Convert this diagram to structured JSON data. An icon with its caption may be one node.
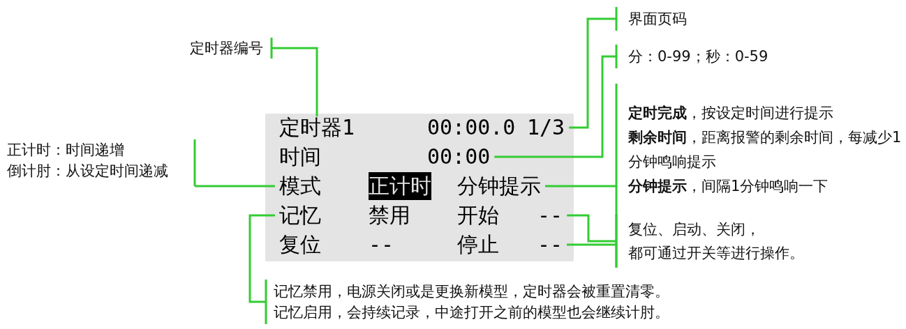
{
  "diagram": {
    "nodes": [
      {
        "text": [
          "界面页码"
        ]
      },
      {
        "text": [
          "定时器编号"
        ]
      },
      {
        "text": [
          "分：0-99；秒：0-59"
        ]
      },
      {
        "text": [
          "**定时完成**，按设定时间进行提示",
          "**剩余时间**，距离报警的剩余时间，每减少1分钟鸣响提示",
          "**分钟提示**，间隔1分钟鸣响一下"
        ]
      },
      {
        "text": [],
        "shape": "box"
      },
      {
        "text": [
          "定时器1"
        ],
        "in": 4
      },
      {
        "text": [
          "00:00.0"
        ],
        "in": 4
      },
      {
        "text": [
          "1/3"
        ],
        "in": 4
      },
      {
        "text": [
          "时间"
        ],
        "in": 4
      },
      {
        "text": [
          "00:00"
        ],
        "in": 4
      },
      {
        "text": [
          "模式"
        ],
        "in": 4
      },
      {
        "text": [
          "正计时"
        ],
        "in": 4
      },
      {
        "text": [
          "分钟提示"
        ],
        "in": 4
      },
      {
        "text": [
          "记忆"
        ],
        "in": 4
      },
      {
        "text": [
          "禁用"
        ],
        "in": 4
      },
      {
        "text": [
          "开始"
        ],
        "in": 4
      },
      {
        "text": [
          "--"
        ],
        "in": 4
      },
      {
        "text": [
          "复位"
        ],
        "in": 4
      },
      {
        "text": [
          "--"
        ],
        "in": 4
      },
      {
        "text": [
          "停止"
        ],
        "in": 4
      },
      {
        "text": [
          "--"
        ],
        "in": 4
      },
      {
        "text": [
          "正计时：时间递增",
          "倒计肘：从设定时间递减"
        ]
      },
      {
        "text": [
          "复位、启动、关闭，",
          "都可通过开关等进行操作。"
        ]
      },
      {
        "text": [
          "记忆禁用，电源关闭或是更换新模型，定时器会被重置清零。",
          "记忆启用，会持续记录，中途打开之前的模型也会继续计肘。"
        ]
      }
    ],
    "edges": [
      {
        "from": 1,
        "to": 5,
        "arrow": "none"
      },
      {
        "from": 0,
        "to": 7,
        "arrow": "none"
      },
      {
        "from": 2,
        "to": 9,
        "arrow": "none"
      },
      {
        "from": 3,
        "to": 12,
        "arrow": "none"
      },
      {
        "from": 21,
        "to": 10,
        "arrow": "none"
      },
      {
        "from": 22,
        "to": 16,
        "arrow": "none"
      },
      {
        "from": 22,
        "to": 20,
        "arrow": "none"
      },
      {
        "from": 23,
        "to": 13,
        "arrow": "none"
      }
    ]
  }
}
